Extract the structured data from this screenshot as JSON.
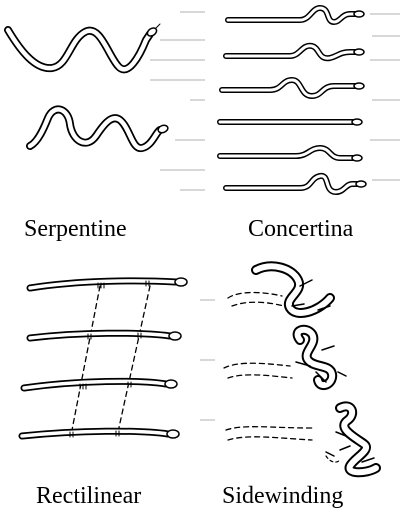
{
  "panels": {
    "serpentine": {
      "label": "Serpentine"
    },
    "concertina": {
      "label": "Concertina"
    },
    "rectilinear": {
      "label": "Rectilinear"
    },
    "sidewinding": {
      "label": "Sidewinding"
    }
  }
}
